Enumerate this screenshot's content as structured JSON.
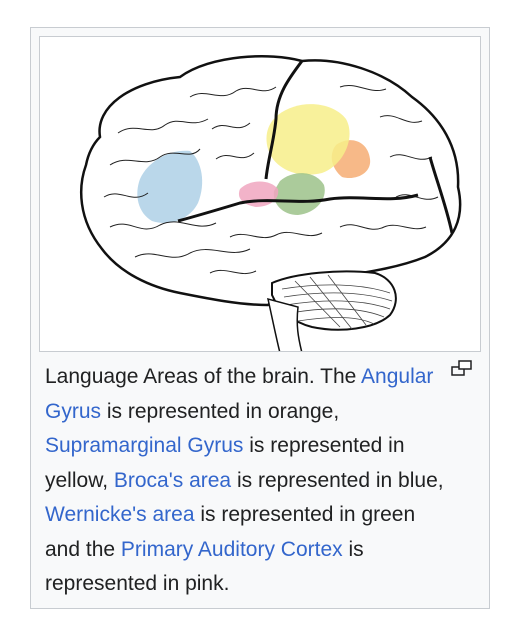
{
  "figure": {
    "caption": {
      "intro": "Language Areas of the brain. The",
      "link_angular": "Angular Gyrus",
      "after_angular": "is represented in orange,",
      "link_supramarginal": "Supramarginal Gyrus",
      "after_supramarginal": "is represented in yellow,",
      "link_broca": "Broca's area",
      "after_broca": "is represented in blue,",
      "link_wernicke": "Wernicke's area",
      "after_wernicke": "is represented in green and the",
      "link_auditory": "Primary Auditory Cortex",
      "after_auditory": "is represented in pink."
    },
    "region_colors": {
      "angular_gyrus": "#f5a86a",
      "supramarginal_gyrus": "#f7ee8a",
      "brocas_area": "#aed0e6",
      "wernickes_area": "#9cc28a",
      "primary_auditory_cortex": "#f0a6bf"
    },
    "link_color": "#3366cc",
    "magnify_icon": "magnify-clip-icon"
  }
}
